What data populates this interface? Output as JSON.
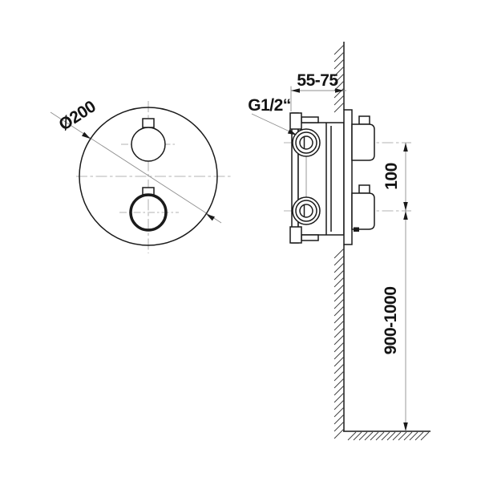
{
  "drawing": {
    "type": "technical-installation-diagram",
    "front_view": {
      "diameter_label": "Ø200"
    },
    "side_view": {
      "depth_range_label": "55-75",
      "connection_thread_label": "G1/2“",
      "port_spacing_label": "100",
      "mounting_height_label": "900-1000"
    },
    "colors": {
      "outline": "#1a1a1a",
      "dimension_line": "#8f8f8f",
      "centerline": "#9a9a9a",
      "text": "#141414",
      "background": "#ffffff"
    }
  }
}
